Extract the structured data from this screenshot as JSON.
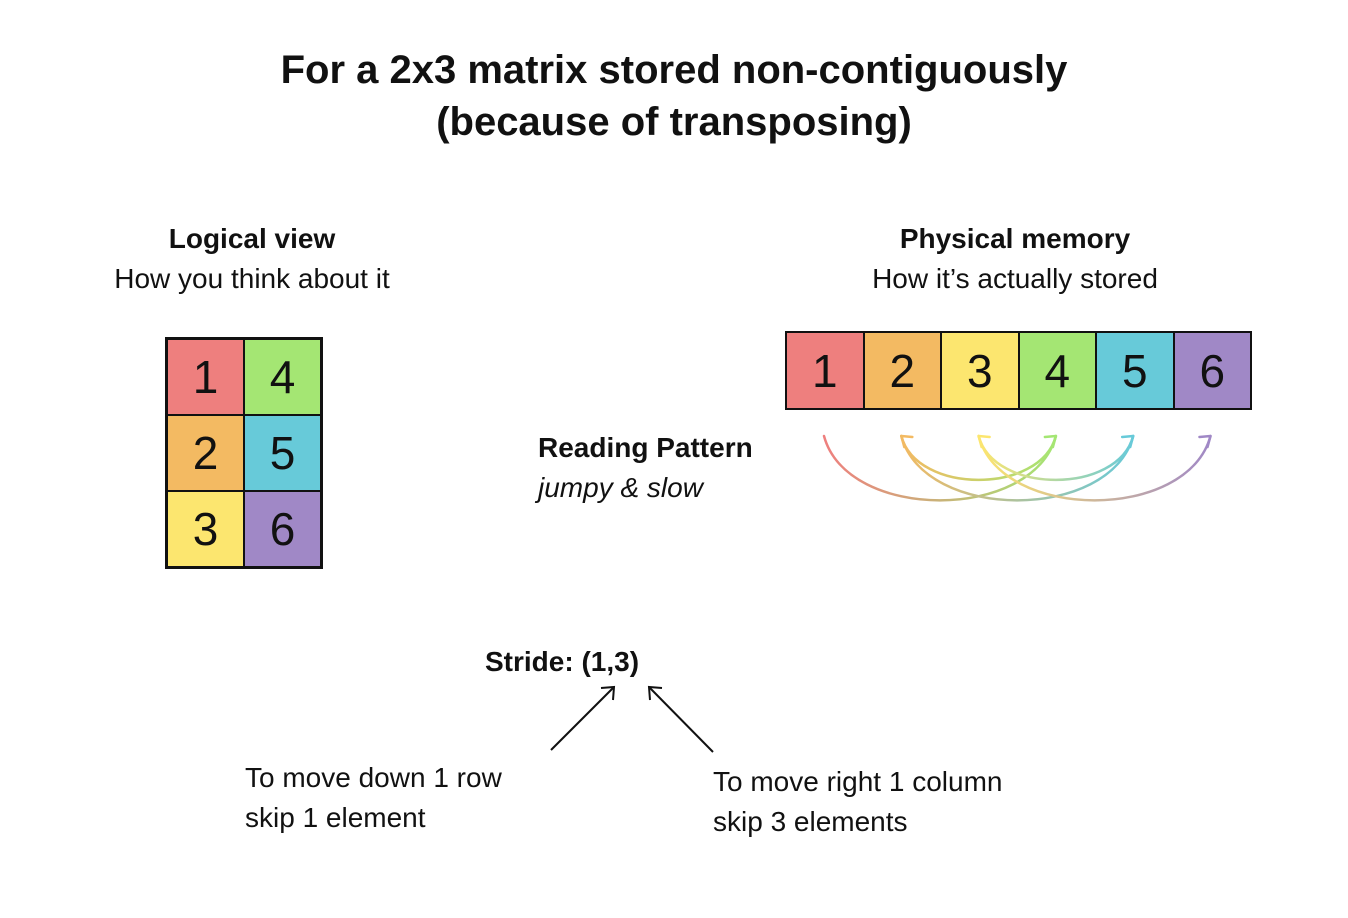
{
  "title": {
    "line1": "For a 2x3 matrix stored non-contiguously",
    "line2": "(because of transposing)"
  },
  "logical": {
    "heading": "Logical view",
    "subheading": "How you think about it",
    "cells": [
      {
        "value": "1",
        "color": "#EE7F7E"
      },
      {
        "value": "4",
        "color": "#A4E673"
      },
      {
        "value": "2",
        "color": "#F3BA62"
      },
      {
        "value": "5",
        "color": "#67CAD9"
      },
      {
        "value": "3",
        "color": "#FCE66F"
      },
      {
        "value": "6",
        "color": "#A088C6"
      }
    ]
  },
  "physical": {
    "heading": "Physical memory",
    "subheading": "How it’s actually stored",
    "cells": [
      {
        "value": "1",
        "color": "#EE7F7E"
      },
      {
        "value": "2",
        "color": "#F3BA62"
      },
      {
        "value": "3",
        "color": "#FCE66F"
      },
      {
        "value": "4",
        "color": "#A4E673"
      },
      {
        "value": "5",
        "color": "#67CAD9"
      },
      {
        "value": "6",
        "color": "#A088C6"
      }
    ]
  },
  "reading_pattern": {
    "label": "Reading Pattern",
    "description": "jumpy & slow",
    "sequence": [
      1,
      4,
      2,
      5,
      3,
      6
    ]
  },
  "stride": {
    "label": "Stride: (1,3)",
    "row_note": {
      "line1": "To move down 1 row",
      "line2": "skip 1 element"
    },
    "col_note": {
      "line1": "To move right 1 column",
      "line2": "skip 3 elements"
    }
  }
}
